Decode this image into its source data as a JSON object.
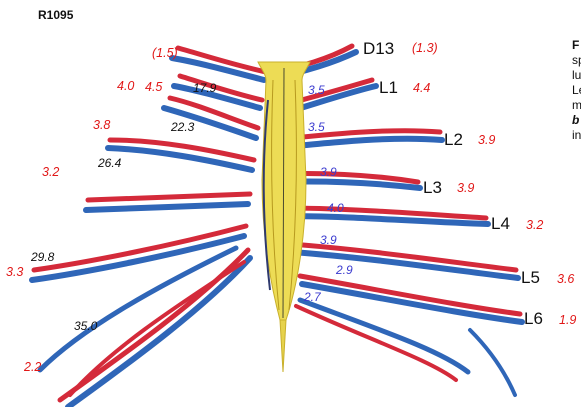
{
  "specimen_id": "R1095",
  "caption_fragments": [
    "F",
    "sp",
    "lu",
    "Le",
    "m",
    "b",
    "in"
  ],
  "levels": [
    "D13",
    "L1",
    "L2",
    "L3",
    "L4",
    "L5",
    "L6"
  ],
  "right_red_values": [
    "(1.3)",
    "4.4",
    "3.9",
    "3.9",
    "3.2",
    "3.6",
    "1.9"
  ],
  "left_red_values": [
    "(1.5)",
    "4.5",
    "4.0",
    "3.8",
    "3.2",
    "3.3",
    "2.2"
  ],
  "left_black_values": [
    "17.9",
    "22.3",
    "26.4",
    "29.8",
    "35.0"
  ],
  "cord_blue_values": [
    "3.5",
    "3.5",
    "3.9",
    "4.0",
    "3.9",
    "2.9",
    "2.7"
  ],
  "colors": {
    "vessel_red": "#d42a3a",
    "vessel_blue": "#2f66b8",
    "cord_yellow": "#eddc55",
    "label_red": "#e11818",
    "label_blue": "#3b3bcf"
  }
}
